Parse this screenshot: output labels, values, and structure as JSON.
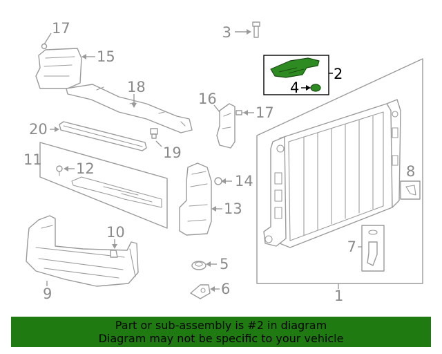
{
  "callouts": {
    "c1": "1",
    "c2": "2",
    "c3": "3",
    "c4": "4",
    "c5": "5",
    "c6": "6",
    "c7": "7",
    "c8": "8",
    "c9": "9",
    "c10": "10",
    "c11": "11",
    "c12": "12",
    "c13": "13",
    "c14": "14",
    "c15": "15",
    "c16": "16",
    "c17a": "17",
    "c17b": "17",
    "c18": "18",
    "c19": "19",
    "c20": "20"
  },
  "highlighted_part": "2",
  "colors": {
    "highlight_fill": "#2e8b22",
    "banner_background": "#1f7a12",
    "line_gray": "#9a9a9a"
  },
  "banner": {
    "line1": "Part or sub-assembly is #2 in diagram",
    "line2": "Diagram may not be specific to your vehicle"
  }
}
